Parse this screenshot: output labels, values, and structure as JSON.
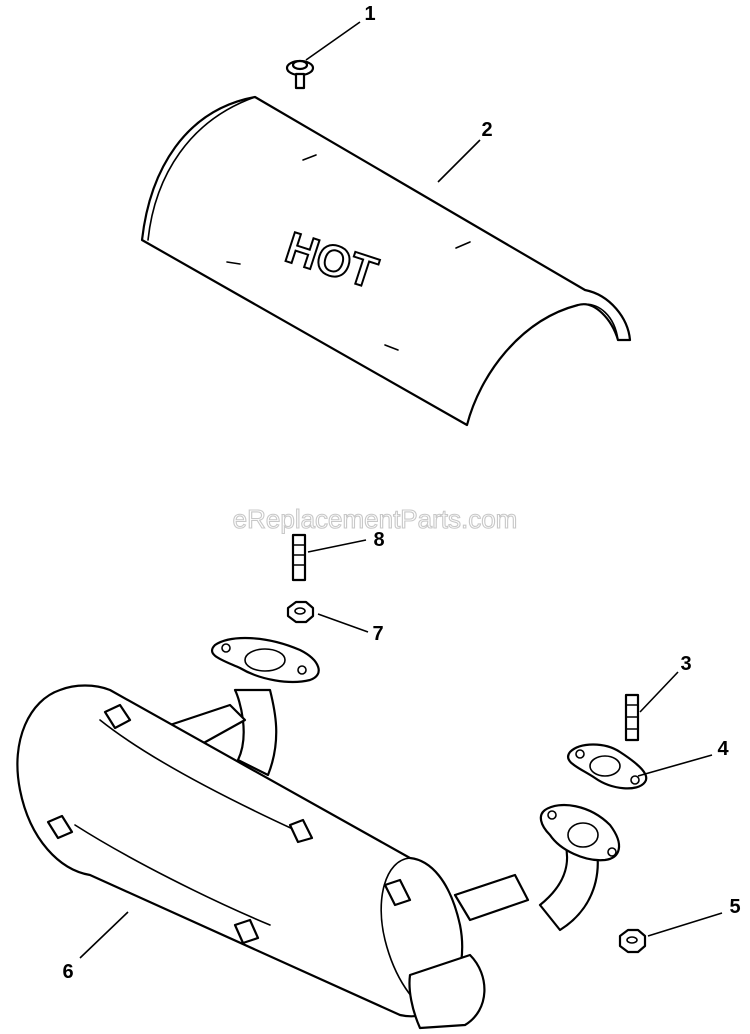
{
  "watermark": "eReplacementParts.com",
  "heat_shield_text": "HOT",
  "callouts": [
    {
      "number": "1",
      "part": "screw"
    },
    {
      "number": "2",
      "part": "heat-shield"
    },
    {
      "number": "3",
      "part": "stud"
    },
    {
      "number": "4",
      "part": "gasket"
    },
    {
      "number": "5",
      "part": "nut"
    },
    {
      "number": "6",
      "part": "muffler"
    },
    {
      "number": "7",
      "part": "nut"
    },
    {
      "number": "8",
      "part": "stud"
    }
  ]
}
